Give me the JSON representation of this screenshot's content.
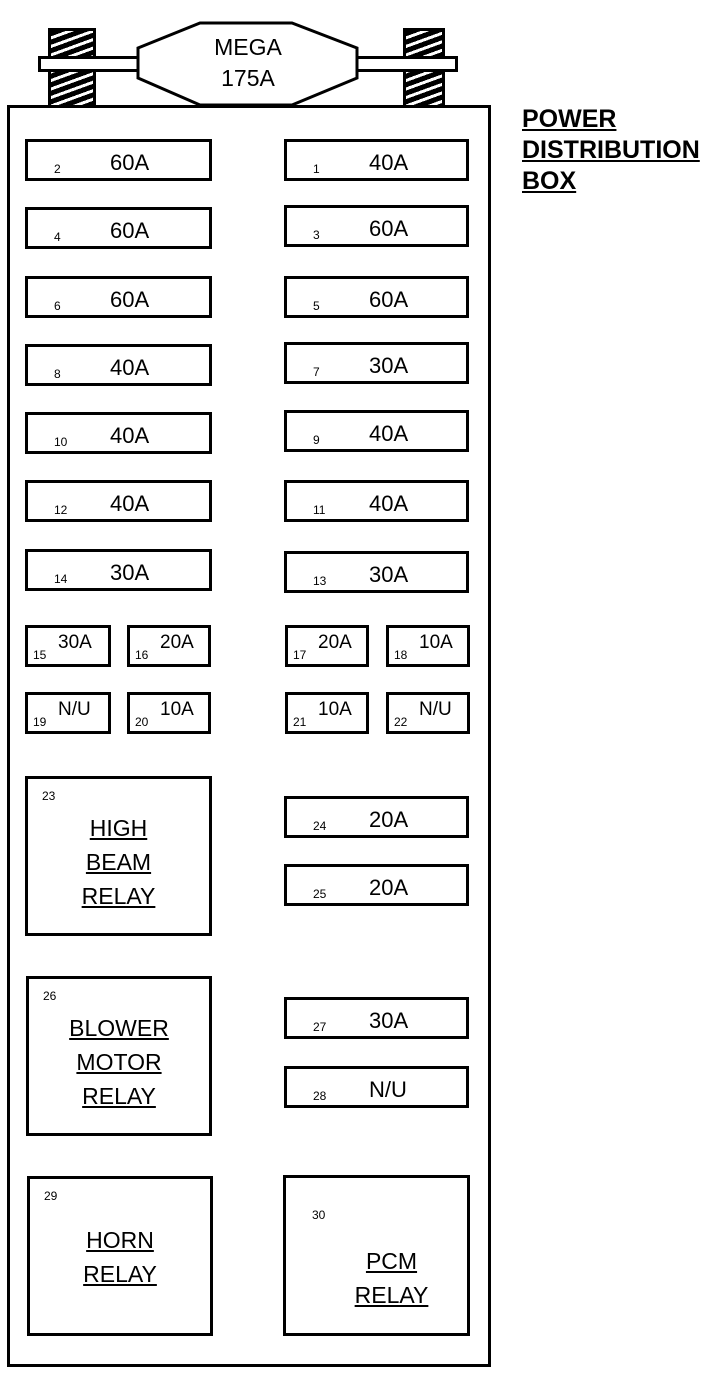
{
  "title": [
    "POWER",
    "DISTRIBUTION",
    "BOX"
  ],
  "mega_fuse": {
    "line1": "MEGA",
    "line2": "175A"
  },
  "fuses": [
    {
      "number": "2",
      "rating": "60A"
    },
    {
      "number": "1",
      "rating": "40A"
    },
    {
      "number": "4",
      "rating": "60A"
    },
    {
      "number": "3",
      "rating": "60A"
    },
    {
      "number": "6",
      "rating": "60A"
    },
    {
      "number": "5",
      "rating": "60A"
    },
    {
      "number": "8",
      "rating": "40A"
    },
    {
      "number": "7",
      "rating": "30A"
    },
    {
      "number": "10",
      "rating": "40A"
    },
    {
      "number": "9",
      "rating": "40A"
    },
    {
      "number": "12",
      "rating": "40A"
    },
    {
      "number": "11",
      "rating": "40A"
    },
    {
      "number": "14",
      "rating": "30A"
    },
    {
      "number": "13",
      "rating": "30A"
    },
    {
      "number": "15",
      "rating": "30A"
    },
    {
      "number": "16",
      "rating": "20A"
    },
    {
      "number": "17",
      "rating": "20A"
    },
    {
      "number": "18",
      "rating": "10A"
    },
    {
      "number": "19",
      "rating": "N/U"
    },
    {
      "number": "20",
      "rating": "10A"
    },
    {
      "number": "21",
      "rating": "10A"
    },
    {
      "number": "22",
      "rating": "N/U"
    },
    {
      "number": "24",
      "rating": "20A"
    },
    {
      "number": "25",
      "rating": "20A"
    },
    {
      "number": "27",
      "rating": "30A"
    },
    {
      "number": "28",
      "rating": "N/U"
    }
  ],
  "relays": [
    {
      "number": "23",
      "lines": [
        "HIGH",
        "BEAM",
        "RELAY"
      ]
    },
    {
      "number": "26",
      "lines": [
        "BLOWER",
        "MOTOR",
        "RELAY"
      ]
    },
    {
      "number": "29",
      "lines": [
        "HORN",
        "RELAY"
      ]
    },
    {
      "number": "30",
      "lines": [
        "PCM",
        "RELAY"
      ]
    }
  ]
}
